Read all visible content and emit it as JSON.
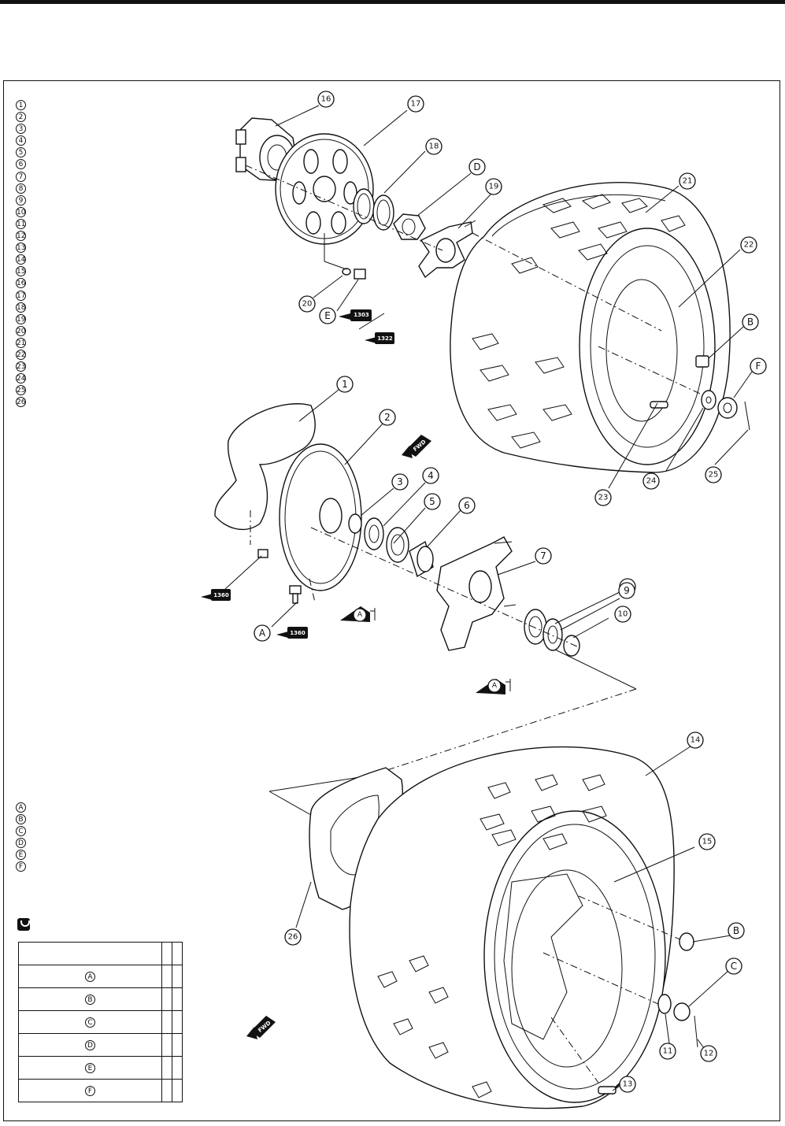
{
  "legend_parts": [
    "1",
    "2",
    "3",
    "4",
    "5",
    "6",
    "7",
    "8",
    "9",
    "10",
    "11",
    "12",
    "13",
    "14",
    "15",
    "16",
    "17",
    "18",
    "19",
    "20",
    "21",
    "22",
    "23",
    "24",
    "25",
    "26"
  ],
  "legend_letters": [
    "A",
    "B",
    "C",
    "D",
    "E",
    "F"
  ],
  "callouts": [
    {
      "id": "16",
      "label": "16"
    },
    {
      "id": "17",
      "label": "17"
    },
    {
      "id": "18",
      "label": "18"
    },
    {
      "id": "D",
      "label": "D"
    },
    {
      "id": "19",
      "label": "19"
    },
    {
      "id": "21",
      "label": "21"
    },
    {
      "id": "22",
      "label": "22"
    },
    {
      "id": "B1",
      "label": "B"
    },
    {
      "id": "F",
      "label": "F"
    },
    {
      "id": "20",
      "label": "20"
    },
    {
      "id": "E",
      "label": "E"
    },
    {
      "id": "1",
      "label": "1"
    },
    {
      "id": "2",
      "label": "2"
    },
    {
      "id": "3",
      "label": "3"
    },
    {
      "id": "4",
      "label": "4"
    },
    {
      "id": "5",
      "label": "5"
    },
    {
      "id": "6",
      "label": "6"
    },
    {
      "id": "7",
      "label": "7"
    },
    {
      "id": "8",
      "label": "8"
    },
    {
      "id": "9",
      "label": "9"
    },
    {
      "id": "10",
      "label": "10"
    },
    {
      "id": "23",
      "label": "23"
    },
    {
      "id": "24",
      "label": "24"
    },
    {
      "id": "25",
      "label": "25"
    },
    {
      "id": "A",
      "label": "A"
    },
    {
      "id": "14",
      "label": "14"
    },
    {
      "id": "15",
      "label": "15"
    },
    {
      "id": "26",
      "label": "26"
    },
    {
      "id": "B2",
      "label": "B"
    },
    {
      "id": "C",
      "label": "C"
    },
    {
      "id": "11",
      "label": "11"
    },
    {
      "id": "12",
      "label": "12"
    },
    {
      "id": "13",
      "label": "13"
    }
  ],
  "tags": {
    "t1303": "1303",
    "t1322": "1322",
    "t1360a": "1360",
    "t1360b": "1360"
  },
  "grease_mark": "A",
  "fwd_label": "FWD",
  "torque_table": {
    "rows": [
      {
        "key": "A",
        "c1": "",
        "c2": ""
      },
      {
        "key": "B",
        "c1": "",
        "c2": ""
      },
      {
        "key": "C",
        "c1": "",
        "c2": ""
      },
      {
        "key": "D",
        "c1": "",
        "c2": ""
      },
      {
        "key": "E",
        "c1": "",
        "c2": ""
      },
      {
        "key": "F",
        "c1": "",
        "c2": ""
      }
    ]
  }
}
